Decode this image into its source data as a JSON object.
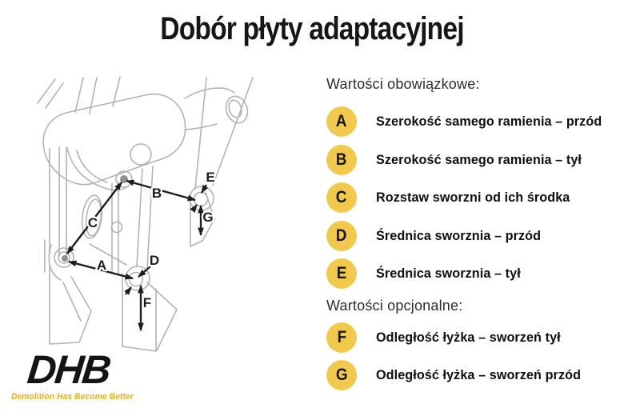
{
  "title": "Dobór płyty adaptacyjnej",
  "figure": {
    "labels": {
      "A": "A",
      "B": "B",
      "C": "C",
      "D": "D",
      "E": "E",
      "F": "F",
      "G": "G"
    }
  },
  "legend": {
    "required_header": "Wartości obowiązkowe:",
    "optional_header": "Wartości opcjonalne:",
    "badge_color": "#F1CA4D",
    "items": [
      {
        "letter": "A",
        "label": "Szerokość samego ramienia – przód"
      },
      {
        "letter": "B",
        "label": "Szerokość samego ramienia – tył"
      },
      {
        "letter": "C",
        "label": "Rozstaw sworzni od ich środka"
      },
      {
        "letter": "D",
        "label": "Średnica sworznia – przód"
      },
      {
        "letter": "E",
        "label": "Średnica sworznia – tył"
      },
      {
        "letter": "F",
        "label": "Odległość łyżka – sworzeń tył"
      },
      {
        "letter": "G",
        "label": "Odległość łyżka – sworzeń przód"
      }
    ]
  },
  "logo": {
    "name": "DHB",
    "tagline": "Demolition Has Become Better",
    "tagline_color": "#F0AE0D"
  }
}
